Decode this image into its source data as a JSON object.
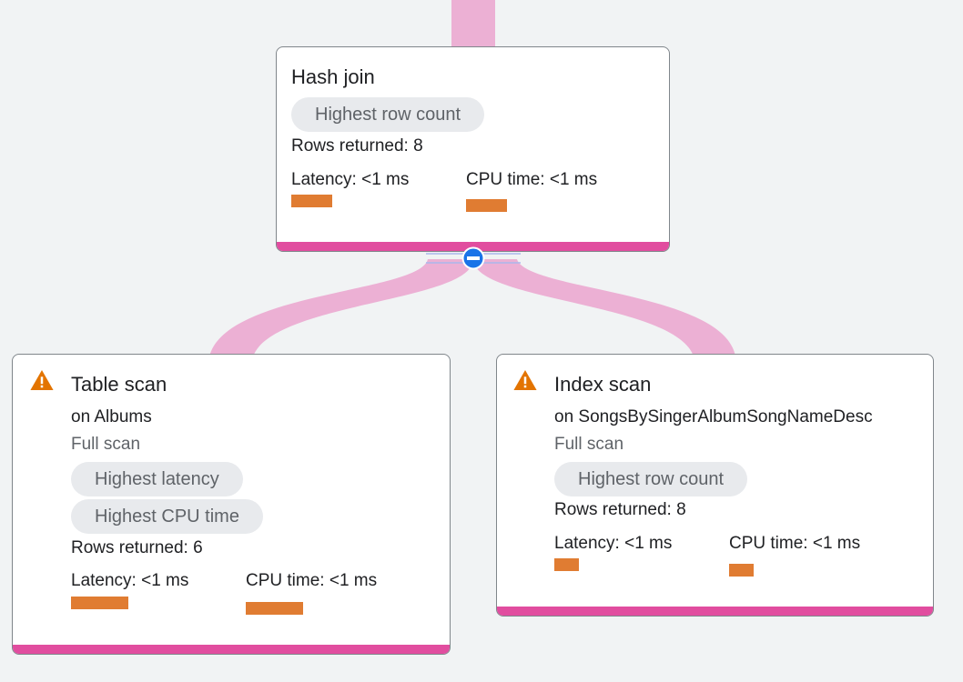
{
  "colors": {
    "connector": "#ecb0d4",
    "node_accent": "#e14d9f",
    "metric_bar": "#e07c32",
    "warning": "#e37400",
    "collapse_button": "#1a73e8"
  },
  "hash_join": {
    "title": "Hash join",
    "chips": [
      "Highest row count"
    ],
    "rows_returned": "Rows returned: 8",
    "latency": "Latency: <1 ms",
    "cpu_time": "CPU time: <1 ms",
    "latency_level": 0.3,
    "cpu_level": 0.3
  },
  "table_scan": {
    "icon": "warning-icon",
    "title": "Table scan",
    "target": "on Albums",
    "scan_type": "Full scan",
    "chips": [
      "Highest latency",
      "Highest CPU time"
    ],
    "rows_returned": "Rows returned: 6",
    "latency": "Latency: <1 ms",
    "cpu_time": "CPU time: <1 ms",
    "latency_level": 0.42,
    "cpu_level": 0.42
  },
  "index_scan": {
    "icon": "warning-icon",
    "title": "Index scan",
    "target": "on SongsBySingerAlbumSongNameDesc",
    "scan_type": "Full scan",
    "chips": [
      "Highest row count"
    ],
    "rows_returned": "Rows returned: 8",
    "latency": "Latency: <1 ms",
    "cpu_time": "CPU time: <1 ms",
    "latency_level": 0.18,
    "cpu_level": 0.18
  },
  "collapse_control": {
    "icon": "minus-circle-icon"
  }
}
